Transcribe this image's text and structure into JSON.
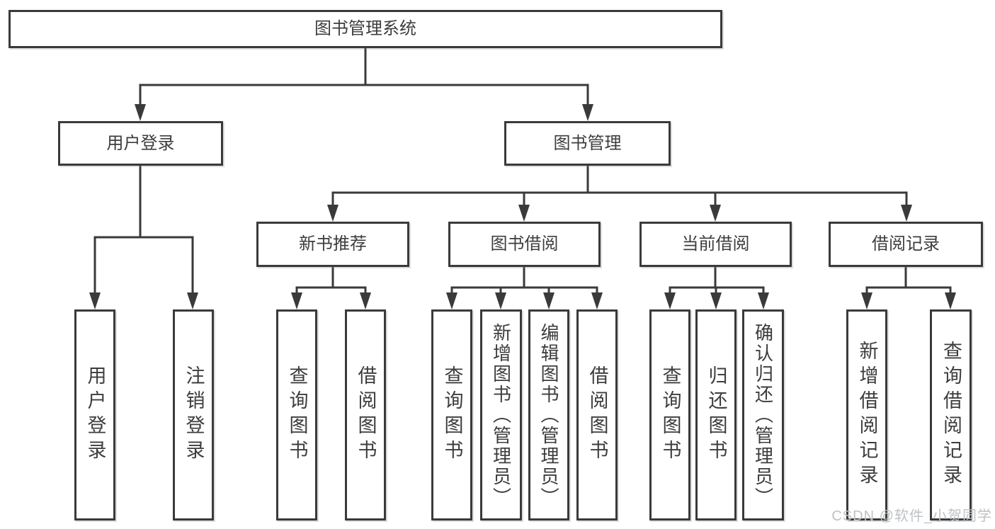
{
  "diagram": {
    "root": {
      "label": "图书管理系统"
    },
    "branches": [
      {
        "label": "用户登录",
        "children": [
          {
            "label": "用户登录"
          },
          {
            "label": "注销登录"
          }
        ]
      },
      {
        "label": "图书管理",
        "children": [
          {
            "label": "新书推荐",
            "children": [
              {
                "label": "查询图书"
              },
              {
                "label": "借阅图书"
              }
            ]
          },
          {
            "label": "图书借阅",
            "children": [
              {
                "label": "查询图书"
              },
              {
                "label": "新增图书（管理员）"
              },
              {
                "label": "编辑图书（管理员）"
              },
              {
                "label": "借阅图书"
              }
            ]
          },
          {
            "label": "当前借阅",
            "children": [
              {
                "label": "查询图书"
              },
              {
                "label": "归还图书"
              },
              {
                "label": "确认归还（管理员）"
              }
            ]
          },
          {
            "label": "借阅记录",
            "children": [
              {
                "label": "新增借阅记录"
              },
              {
                "label": "查询借阅记录"
              }
            ]
          }
        ]
      }
    ],
    "watermark": "CSDN @软件_小贺同学",
    "colors": {
      "line": "#3a3a3a",
      "text": "#3d3d3d",
      "watermark": "#bec2c5",
      "background": "#ffffff"
    }
  }
}
